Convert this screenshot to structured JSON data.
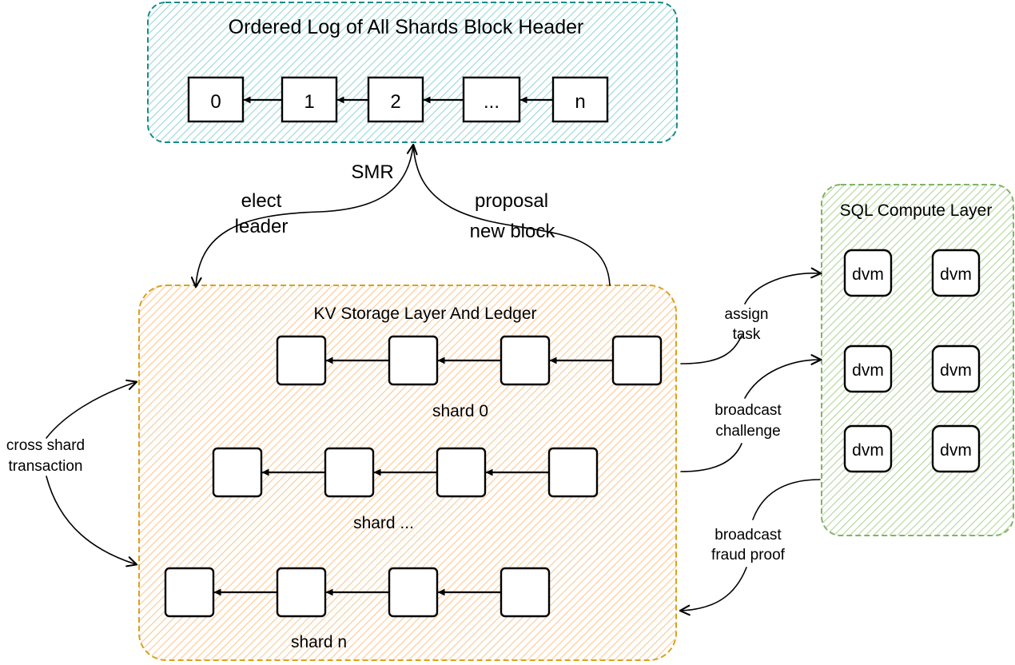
{
  "colors": {
    "log_stroke": "#1a8a8a",
    "log_fill": "#8fd3d3",
    "storage_stroke": "#d9a21b",
    "storage_fill": "#ffc48a",
    "compute_stroke": "#82b366",
    "compute_fill": "#a9d18e"
  },
  "log_container": {
    "title": "Ordered Log of All Shards Block Header",
    "blocks": [
      "0",
      "1",
      "2",
      "...",
      "n"
    ]
  },
  "storage_container": {
    "title": "KV Storage Layer And Ledger",
    "shards": [
      {
        "label": "shard 0"
      },
      {
        "label": "shard ..."
      },
      {
        "label": "shard n"
      }
    ]
  },
  "compute_container": {
    "title": "SQL Compute Layer",
    "vms": [
      "dvm",
      "dvm",
      "dvm",
      "dvm",
      "dvm",
      "dvm"
    ]
  },
  "edge_labels": {
    "smr": "SMR",
    "elect_leader": [
      "elect",
      "leader"
    ],
    "proposal_new_block": [
      "proposal",
      "new block"
    ],
    "cross_shard_transaction": [
      "cross shard",
      "transaction"
    ],
    "assign_task": [
      "assign",
      "task"
    ],
    "broadcast_challenge": [
      "broadcast",
      "challenge"
    ],
    "broadcast_fraud_proof": [
      "broadcast",
      "fraud proof"
    ]
  }
}
